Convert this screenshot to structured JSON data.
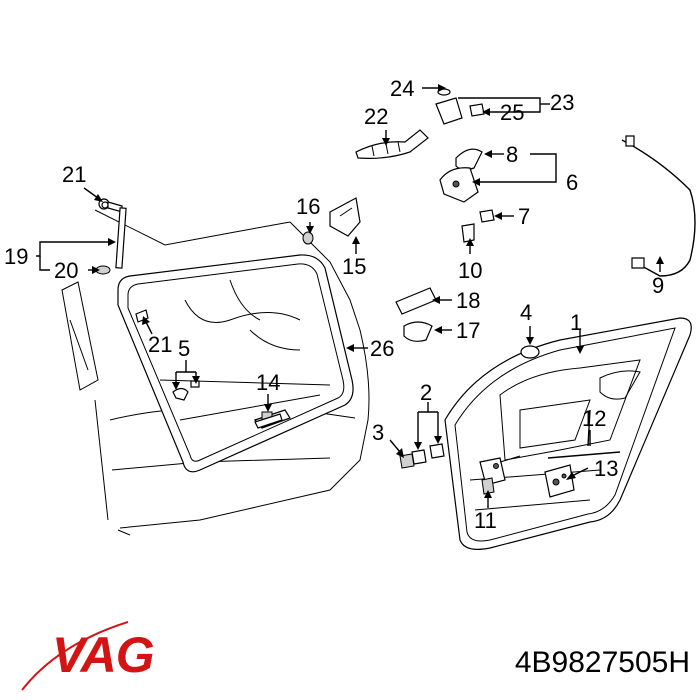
{
  "brand": {
    "logo_text": "VAG",
    "logo_color": "#d21414"
  },
  "part_number": "4B9827505H",
  "callouts": {
    "c1": "1",
    "c2": "2",
    "c3": "3",
    "c4": "4",
    "c5": "5",
    "c6": "6",
    "c7": "7",
    "c8": "8",
    "c9": "9",
    "c10": "10",
    "c11": "11",
    "c12": "12",
    "c13": "13",
    "c14": "14",
    "c15": "15",
    "c16": "16",
    "c17": "17",
    "c18": "18",
    "c19": "19",
    "c20": "20",
    "c21a": "21",
    "c21b": "21",
    "c22": "22",
    "c23": "23",
    "c24": "24",
    "c25": "25",
    "c26": "26"
  }
}
